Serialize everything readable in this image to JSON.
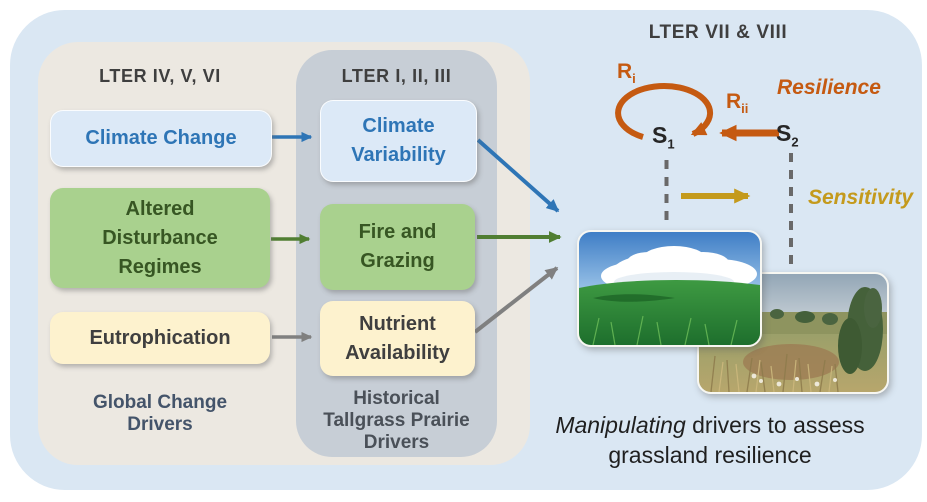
{
  "figure": {
    "left_panel": {
      "header": "LTER IV, V, VI",
      "boxes": [
        {
          "label": "Climate Change"
        },
        {
          "label": "Altered Disturbance Regimes"
        },
        {
          "label": "Eutrophication"
        }
      ],
      "footer_lines": [
        "Global Change",
        "Drivers"
      ]
    },
    "middle_panel": {
      "header": "LTER I, II, III",
      "boxes": [
        {
          "label": "Climate Variability"
        },
        {
          "label": "Fire and Grazing"
        },
        {
          "label": "Nutrient Availability"
        }
      ],
      "footer_lines": [
        "Historical",
        "Tallgrass Prairie",
        "Drivers"
      ]
    },
    "right_section": {
      "header": "LTER VII & VIII",
      "r_i": {
        "base": "R",
        "sub": "i"
      },
      "r_ii": {
        "base": "R",
        "sub": "ii"
      },
      "s1": {
        "base": "S",
        "sub": "1"
      },
      "s2": {
        "base": "S",
        "sub": "2"
      },
      "resilience_label": "Resilience",
      "sensitivity_label": "Sensitivity",
      "photos": [
        {
          "name": "green healthy grassland with cloud"
        },
        {
          "name": "dry shrub-encroached grassland"
        }
      ],
      "caption": {
        "italic_word": "Manipulating",
        "line1_rest": " drivers to assess",
        "line2": "grassland resilience"
      }
    },
    "colors": {
      "outer_bg": "#DAE7F3",
      "left_panel_bg": "#ECE8E1",
      "middle_panel_bg": "#C7CED6",
      "blue_box_bg": "#DCE9F7",
      "blue_text": "#2E75B6",
      "green_box_bg": "#A9D18E",
      "green_text": "#375623",
      "cream_box_bg": "#FDF2CE",
      "cream_text": "#3F3F3F",
      "header_text": "#3F3F3F",
      "footer_text": "#44546A",
      "orange": "#C55A11",
      "gold": "#C49A1C",
      "green_arrow": "#507E32",
      "gray_arrow": "#808080",
      "dash_gray": "#696969",
      "caption_text": "#1F1F1F"
    }
  }
}
